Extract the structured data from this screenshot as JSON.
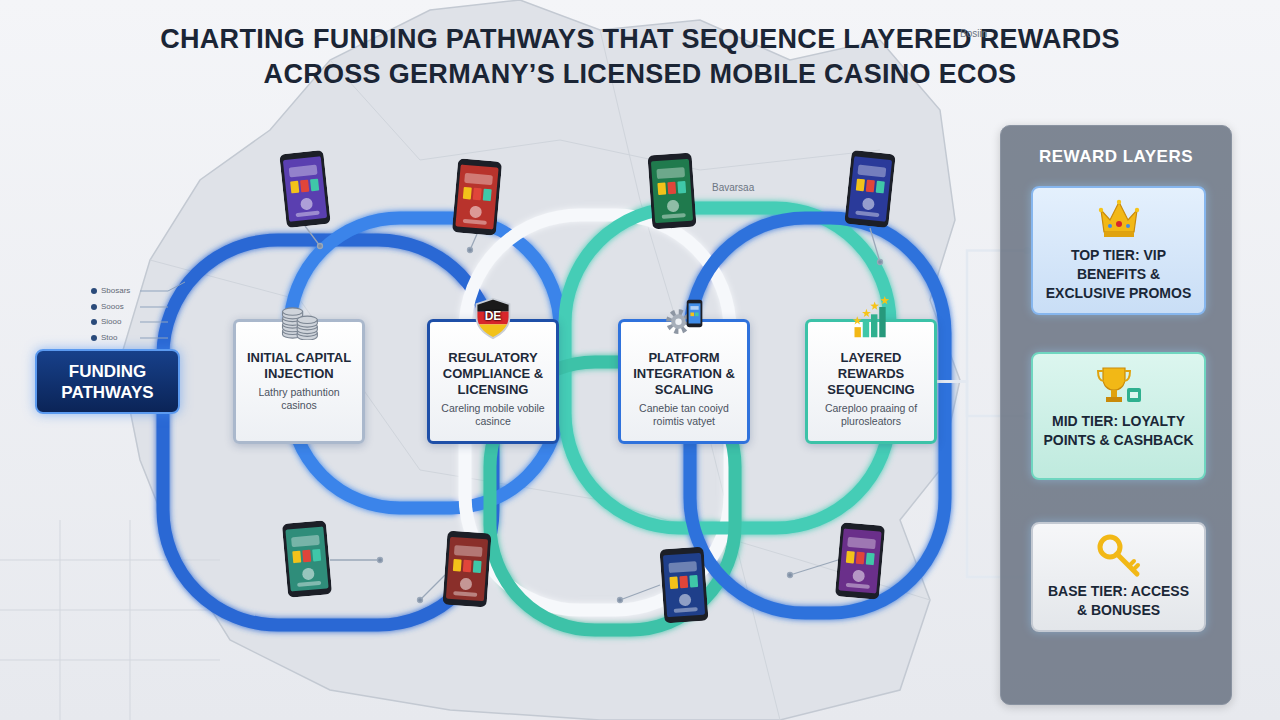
{
  "diagram": {
    "title": "CHARTING FUNDING PATHWAYS THAT SEQUENCE LAYERED REWARDS ACROSS GERMANY’S LICENSED MOBILE CASINO ECOS",
    "nodes": [
      {
        "text": [
          "FUNDING PATHWAYS"
        ]
      },
      {
        "text": [
          "INITIAL CAPITAL INJECTION",
          "Lathry pathuntion casinos"
        ]
      },
      {
        "text": [
          "REGULATORY COMPLIANCE & LICENSING",
          "Careling mobile vobile casince"
        ]
      },
      {
        "text": [
          "PLATFORM INTEGRATION & SCALING",
          "Canebie tan cooiyd roimtis vatyet"
        ]
      },
      {
        "text": [
          "LAYERED REWARDS SEQUENCING",
          "Careploo praaing of plurosleators"
        ]
      },
      {
        "text": [
          "REWARD LAYERS"
        ]
      },
      {
        "text": [
          "TOP TIER: VIP BENEFITS & EXCLUSIVE PROMOS"
        ],
        "in": 5
      },
      {
        "text": [
          "MID TIER: LOYALTY POINTS & CASHBACK"
        ],
        "in": 5
      },
      {
        "text": [
          "BASE TIER: ACCESS & BONUSES"
        ],
        "in": 5
      }
    ],
    "edges": [
      {
        "from": 0,
        "to": 1,
        "arrow": "none"
      },
      {
        "from": 1,
        "to": 2,
        "arrow": "none"
      },
      {
        "from": 2,
        "to": 3,
        "arrow": "none"
      },
      {
        "from": 3,
        "to": 4,
        "arrow": "none"
      },
      {
        "from": 4,
        "to": 6,
        "arrow": "none"
      },
      {
        "from": 4,
        "to": 7,
        "arrow": "none"
      },
      {
        "from": 4,
        "to": 8,
        "arrow": "none"
      }
    ],
    "labels": [
      "DE",
      "Bosiin",
      "Bavarsaa",
      "Sbosars",
      "Sooos",
      "Siooo",
      "Stoo"
    ]
  }
}
